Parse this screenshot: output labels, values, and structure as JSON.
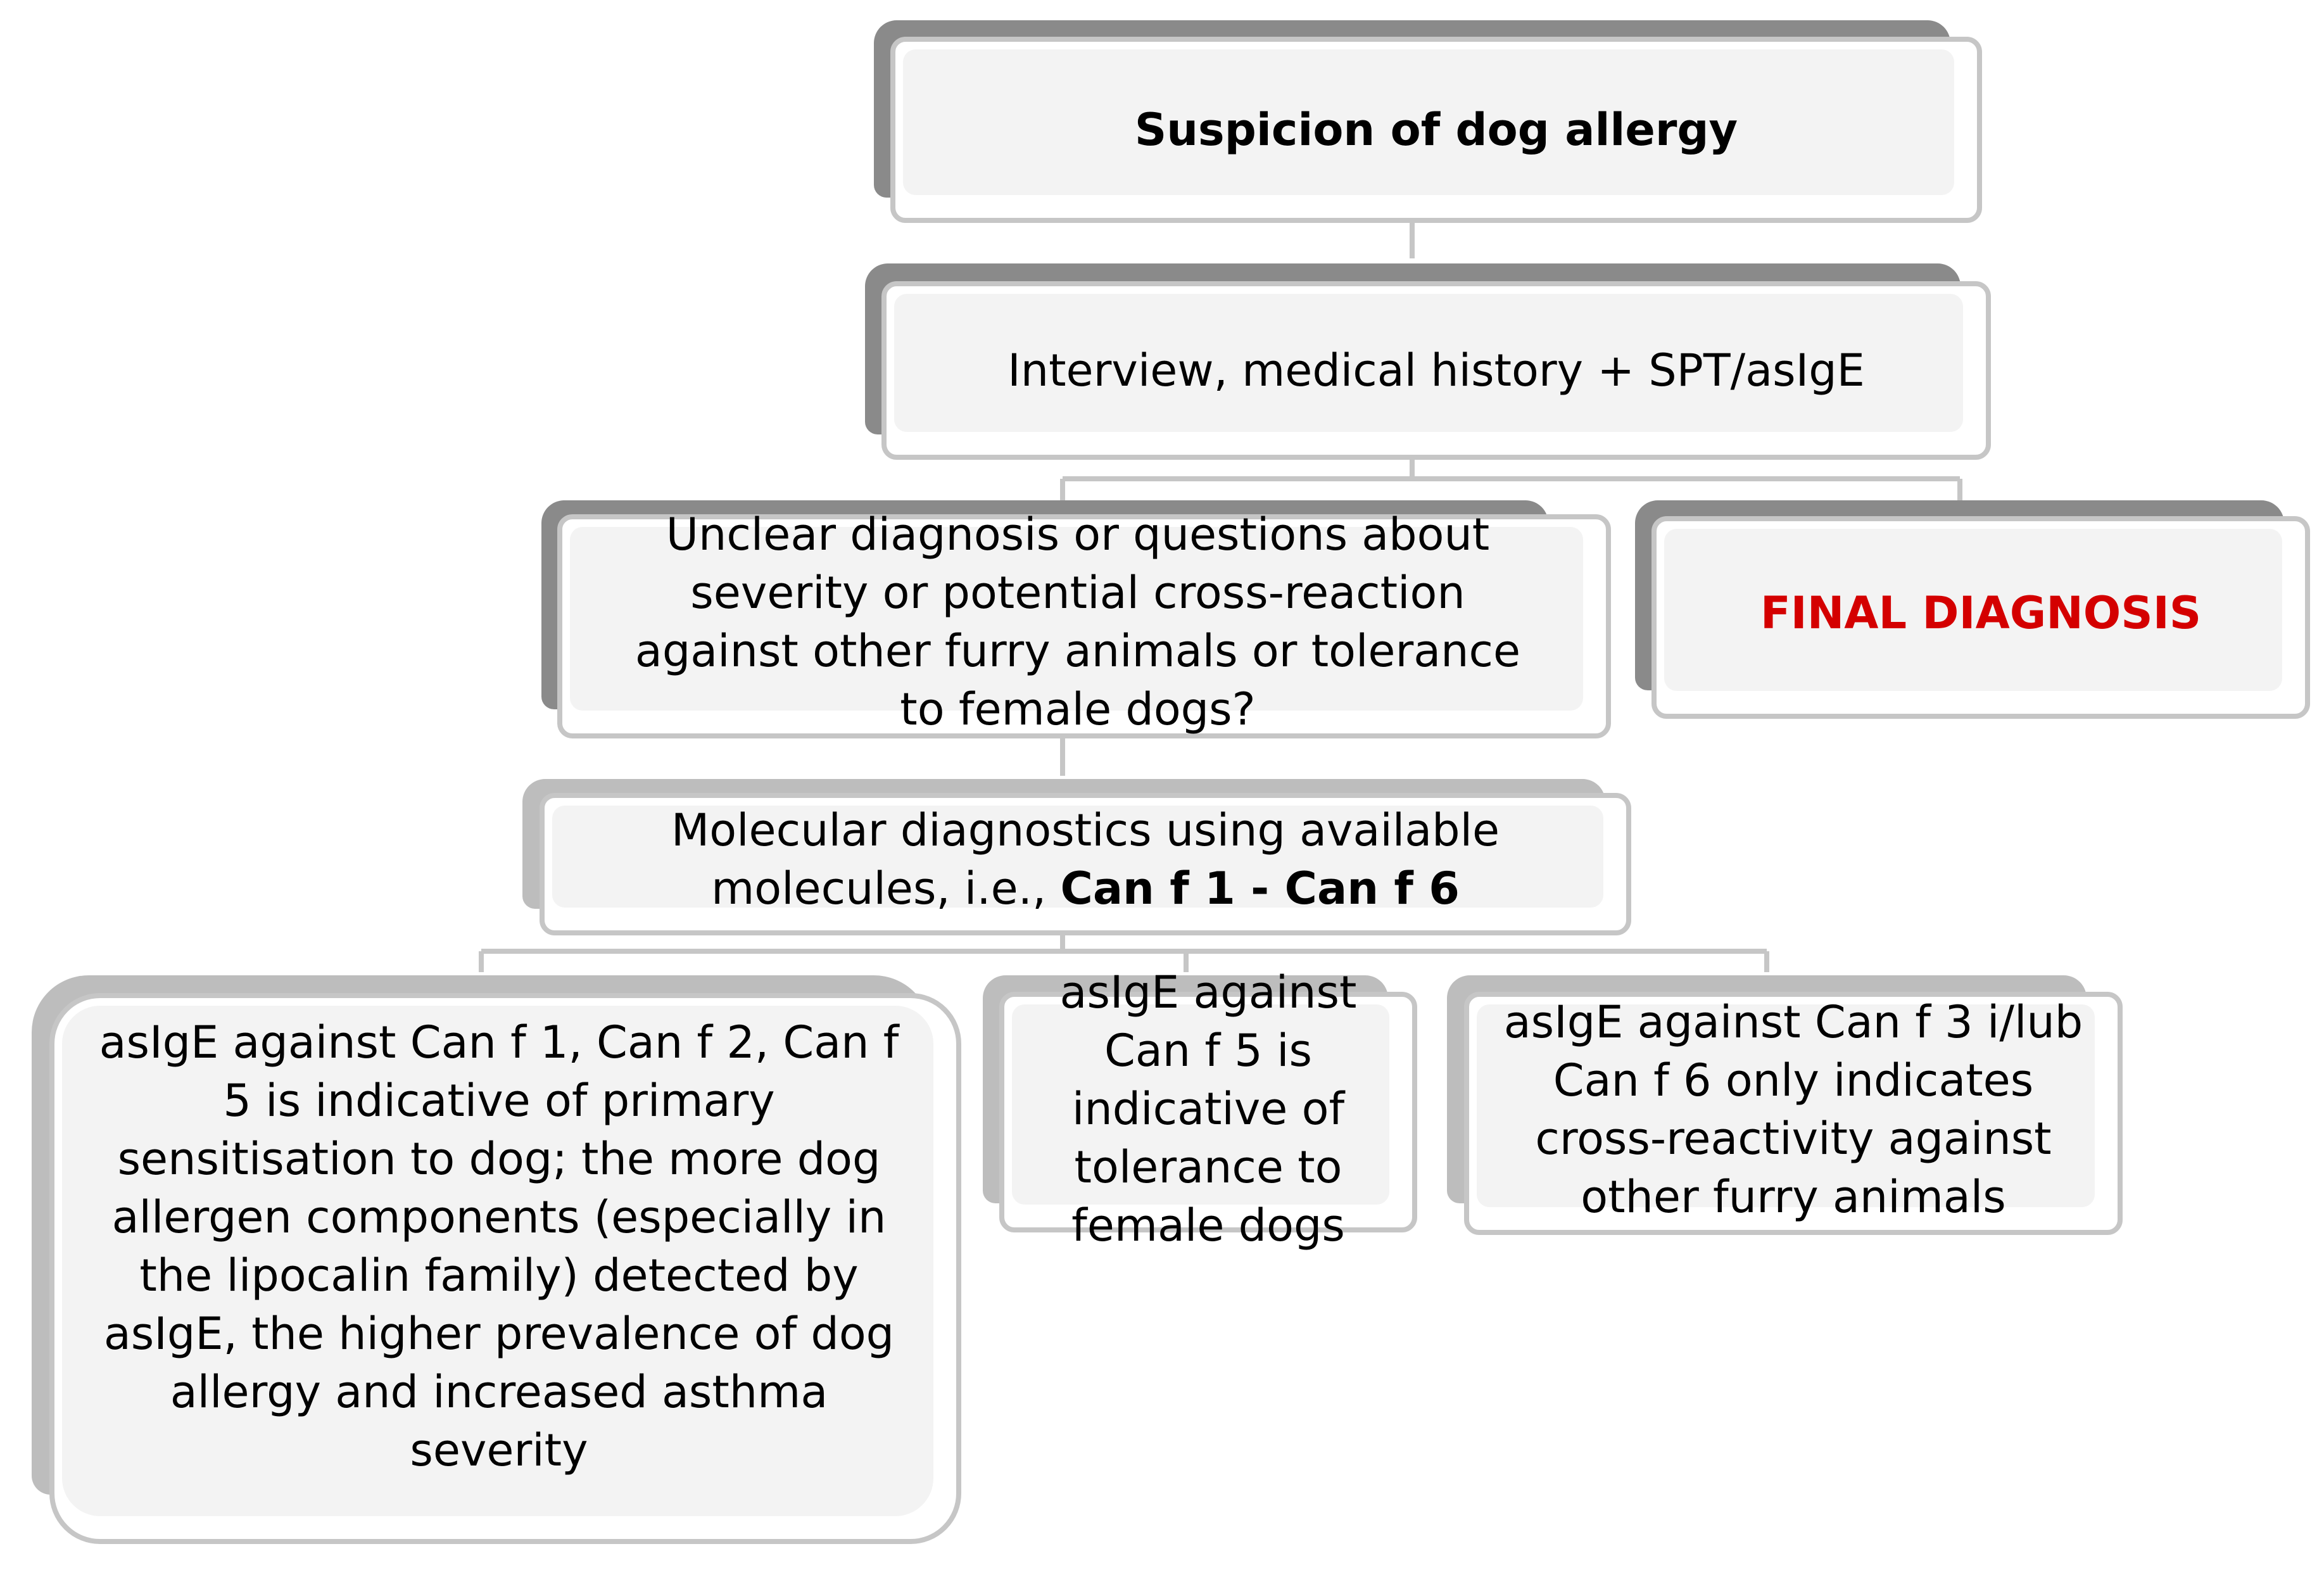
{
  "nodes": {
    "suspicion": {
      "text": "Suspicion of dog allergy"
    },
    "interview": {
      "text": "Interview, medical history + SPT/asIgE"
    },
    "unclear": {
      "text": "Unclear diagnosis or questions about severity or potential cross-reaction against other furry animals or tolerance to female dogs?"
    },
    "final": {
      "text": "FINAL DIAGNOSIS"
    },
    "molecular": {
      "text_before": "Molecular diagnostics using available molecules, i.e., ",
      "text_bold": "Can f 1 - Can f 6"
    },
    "primary": {
      "text": "asIgE against Can f 1, Can f 2, Can f 5 is indicative of primary sensitisation to dog; the more dog allergen components (especially in the lipocalin family) detected by asIgE, the higher prevalence of dog allergy and increased asthma severity"
    },
    "tolerance": {
      "text": "asIgE against Can f 5 is indicative of tolerance to female dogs"
    },
    "cross": {
      "text": "asIgE against Can f 3 i/lub Can f 6 only indicates cross-reactivity against other furry animals"
    }
  },
  "colors": {
    "shadow": "#8a8a8a",
    "shadow_light": "#bdbdbd",
    "border": "#c6c6c6",
    "fill": "#f3f3f3",
    "connector": "#c6c6c6",
    "final_text": "#d40000"
  }
}
